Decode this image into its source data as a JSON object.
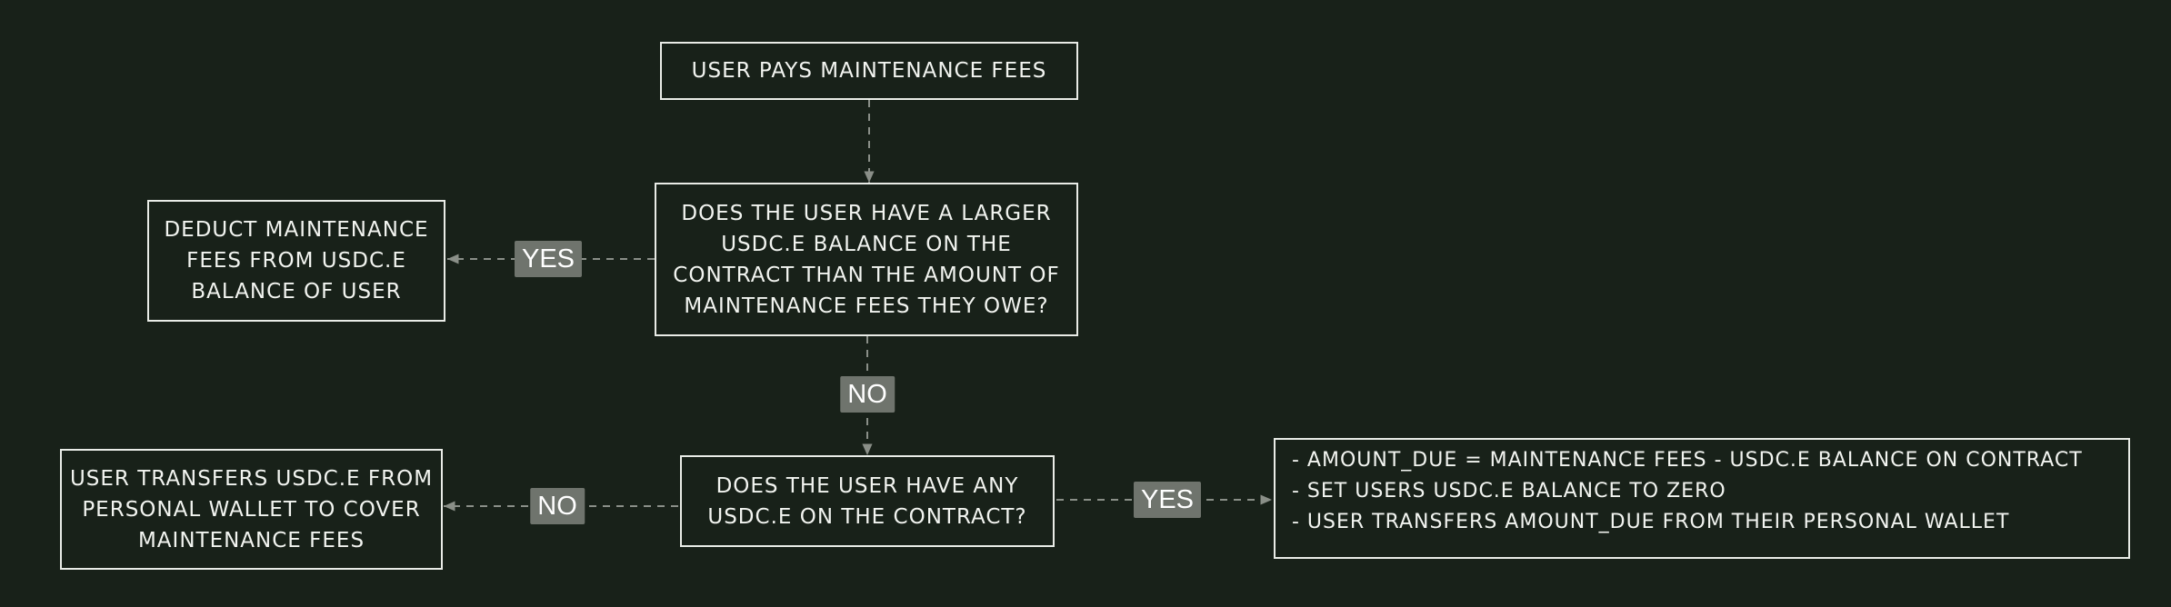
{
  "nodes": {
    "start": {
      "lines": [
        "USER PAYS MAINTENANCE FEES"
      ]
    },
    "decision_balance": {
      "lines": [
        "DOES THE USER HAVE A LARGER",
        "USDC.E BALANCE ON THE",
        "CONTRACT THAN THE AMOUNT OF",
        "MAINTENANCE FEES THEY OWE?"
      ]
    },
    "deduct": {
      "lines": [
        "DEDUCT MAINTENANCE",
        "FEES FROM USDC.E",
        "BALANCE OF USER"
      ]
    },
    "decision_any": {
      "lines": [
        "DOES THE USER HAVE ANY",
        "USDC.E ON THE CONTRACT?"
      ]
    },
    "transfer_wallet": {
      "lines": [
        "USER TRANSFERS USDC.E FROM",
        "PERSONAL WALLET TO COVER",
        "MAINTENANCE FEES"
      ]
    },
    "partial": {
      "lines": [
        "- AMOUNT_DUE = MAINTENANCE FEES - USDC.E BALANCE ON CONTRACT",
        "- SET USERS USDC.E BALANCE TO ZERO",
        "- USER TRANSFERS AMOUNT_DUE FROM THEIR PERSONAL WALLET"
      ]
    }
  },
  "edges": {
    "balance_yes": "YES",
    "balance_no": "NO",
    "any_no": "NO",
    "any_yes": "YES"
  },
  "colors": {
    "background": "#182119",
    "node_border": "#e9ece7",
    "edge_line": "#8a8f88",
    "label_background": "#6f746d"
  }
}
